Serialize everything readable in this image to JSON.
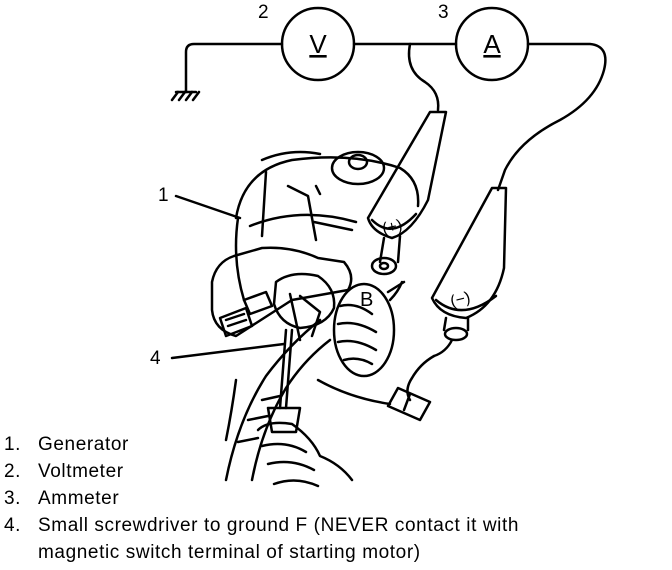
{
  "meters": {
    "voltmeter_symbol": "V",
    "ammeter_symbol": "A"
  },
  "callouts": {
    "c1": "1",
    "c2": "2",
    "c3": "3",
    "c4": "4"
  },
  "probe_labels": {
    "positive": "(+)",
    "negative": "(−)",
    "terminal_b": "B"
  },
  "legend": {
    "items": [
      {
        "num": "1.",
        "text": "Generator"
      },
      {
        "num": "2.",
        "text": "Voltmeter"
      },
      {
        "num": "3.",
        "text": "Ammeter"
      },
      {
        "num": "4.",
        "text": "Small screwdriver to ground F  (NEVER contact it with"
      }
    ],
    "item4_continuation": "magnetic switch terminal of  starting motor)"
  }
}
